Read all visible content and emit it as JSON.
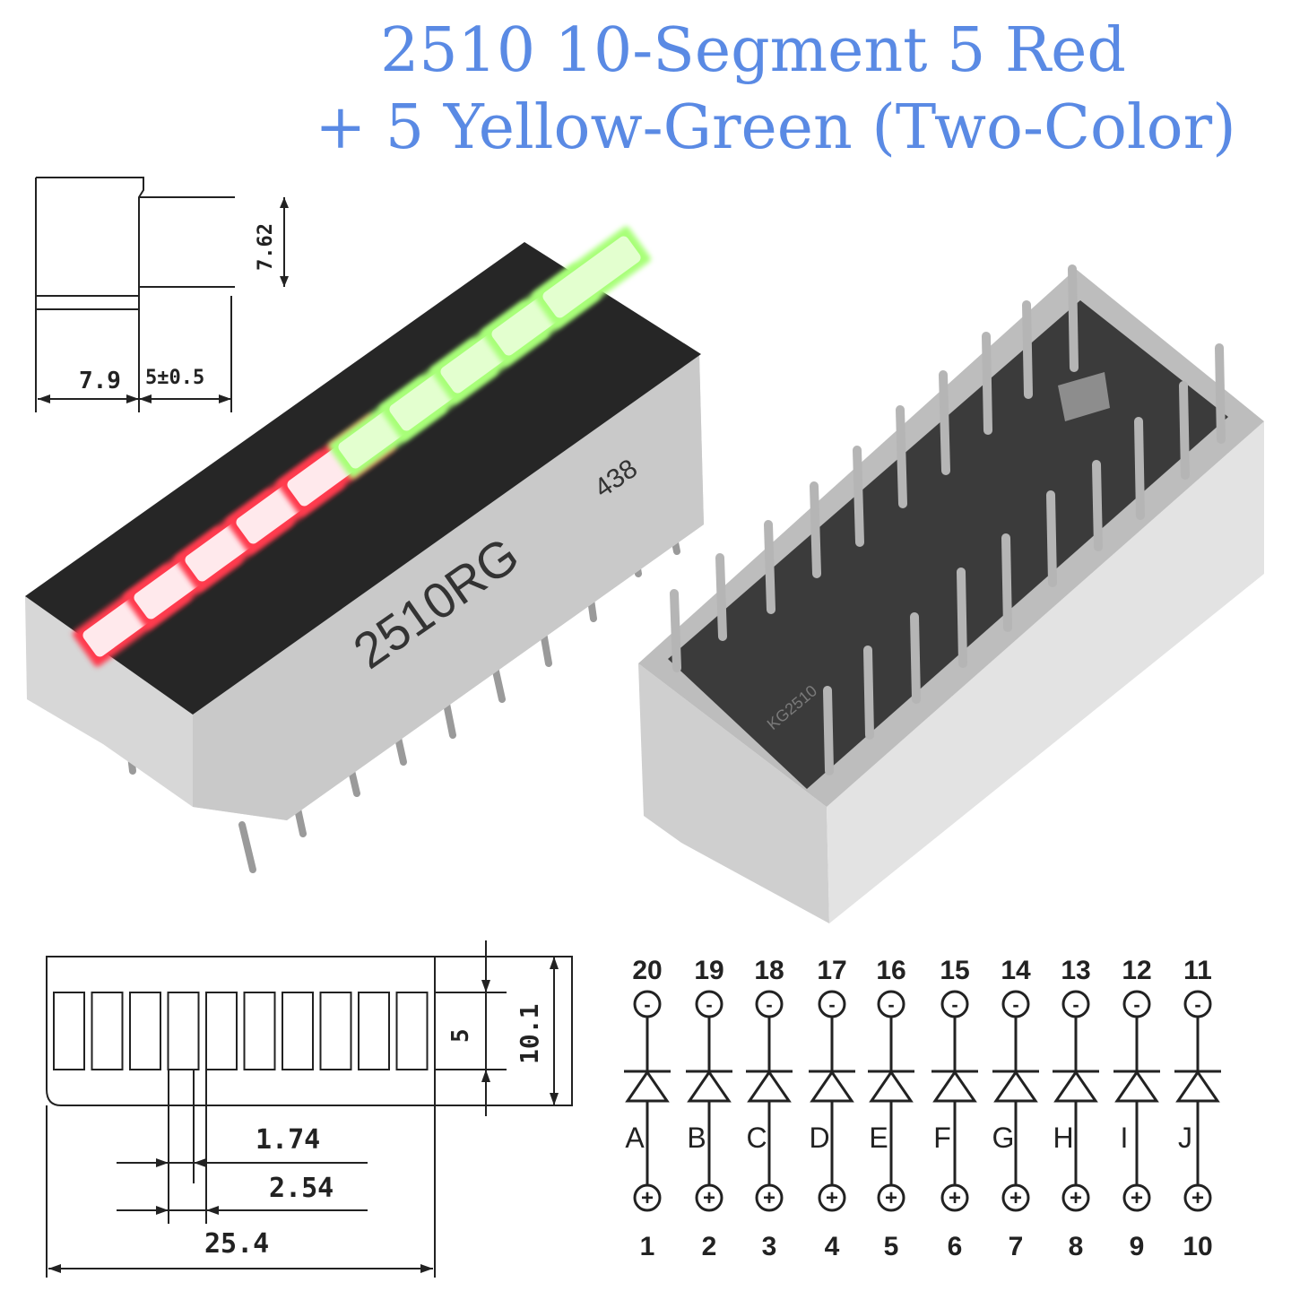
{
  "title": {
    "line1": "2510 10-Segment 5 Red",
    "line2": "+ 5 Yellow-Green (Two-Color)"
  },
  "colors": {
    "title": "#5a8ae4",
    "red_segment": "#ff3b4e",
    "green_segment": "#a8ff78",
    "body": "#dcdcdc",
    "face": "#2a2a2a"
  },
  "side_view": {
    "height_dim": "7.62",
    "width_dim": "7.9",
    "pin_dim": "5±0.5"
  },
  "front_part": {
    "model": "2510RG",
    "code": "438",
    "segments": [
      "red",
      "red",
      "red",
      "red",
      "red",
      "green",
      "green",
      "green",
      "green",
      "green"
    ]
  },
  "back_part": {
    "marking": "KG2510"
  },
  "top_view": {
    "dim_5": "5",
    "dim_10_1": "10.1",
    "dim_1_74": "1.74",
    "dim_2_54": "2.54",
    "dim_25_4": "25.4"
  },
  "schematic": {
    "top_pins": [
      "20",
      "19",
      "18",
      "17",
      "16",
      "15",
      "14",
      "13",
      "12",
      "11"
    ],
    "letters": [
      "A",
      "B",
      "C",
      "D",
      "E",
      "F",
      "G",
      "H",
      "I",
      "J"
    ],
    "bottom_pins": [
      "1",
      "2",
      "3",
      "4",
      "5",
      "6",
      "7",
      "8",
      "9",
      "10"
    ],
    "cathode_symbol": "-",
    "anode_symbol": "+"
  }
}
